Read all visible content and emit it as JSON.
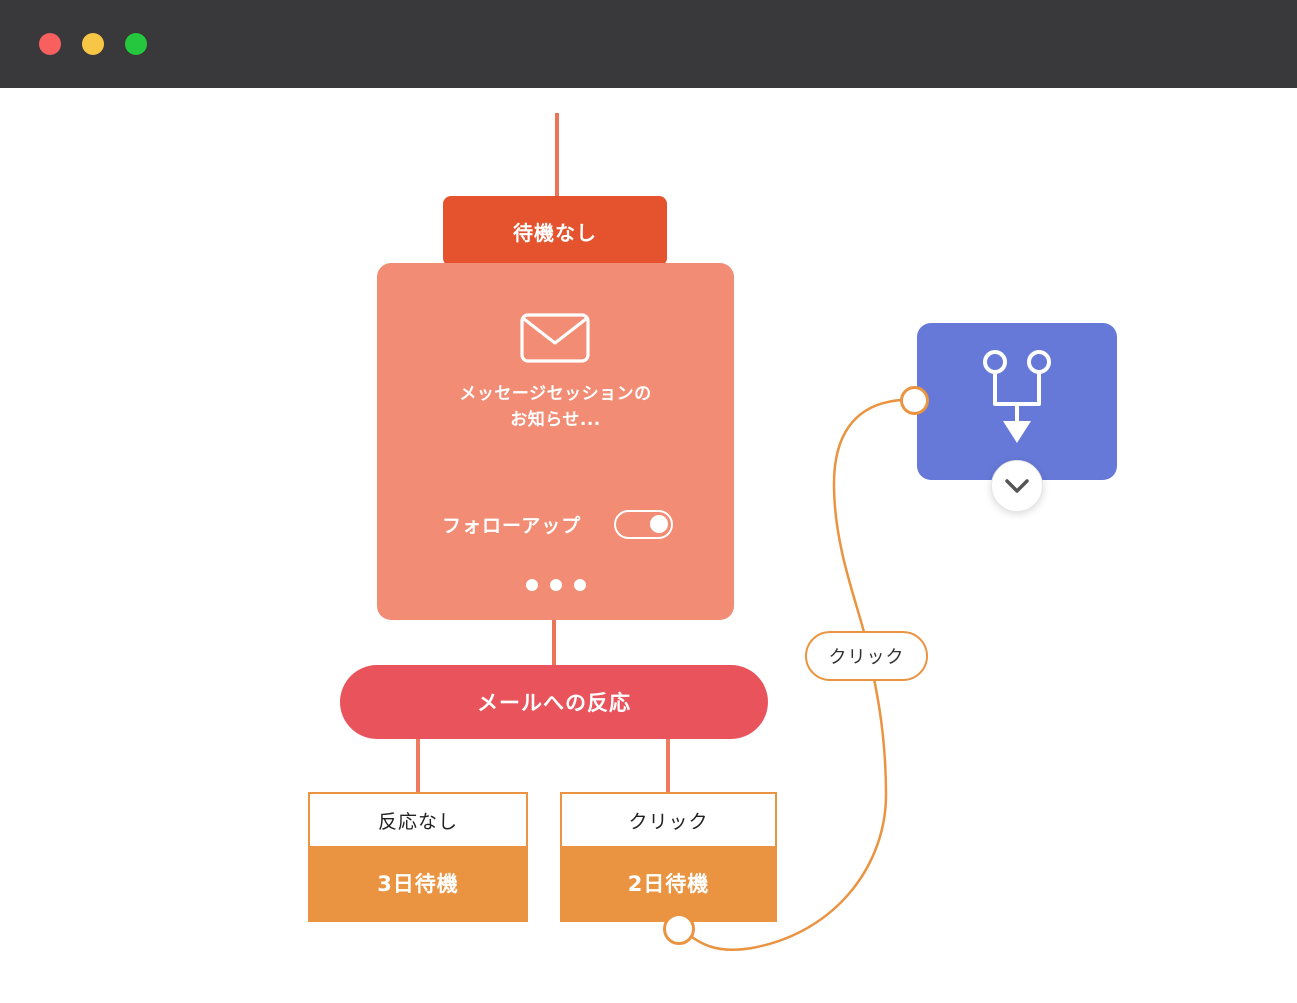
{
  "window": {
    "controls": {
      "close": "close",
      "minimize": "minimize",
      "maximize": "maximize"
    }
  },
  "colors": {
    "accent_orange": "#EA9340",
    "salmon_card": "#F28C74",
    "red_orange": "#E4532D",
    "pill_red": "#E9545C",
    "blue_node": "#6679D8",
    "line_salmon": "#EC7459",
    "header_bg": "#39393B"
  },
  "flow": {
    "wait_tag": {
      "label": "待機なし"
    },
    "email_card": {
      "icon": "envelope-icon",
      "title_line1": "メッセージセッションの",
      "title_line2": "お知らせ...",
      "followup_label": "フォローアップ",
      "followup_enabled": true,
      "menu": "ellipsis-menu"
    },
    "condition_pill": {
      "label": "メールへの反応"
    },
    "branch_no_reaction": {
      "condition": "反応なし",
      "action": "3日待機"
    },
    "branch_click": {
      "condition": "クリック",
      "action": "2日待機"
    },
    "blue_node": {
      "icon": "branch-merge-icon",
      "expander": "chevron-down"
    },
    "curve_label": {
      "label": "クリック"
    }
  }
}
